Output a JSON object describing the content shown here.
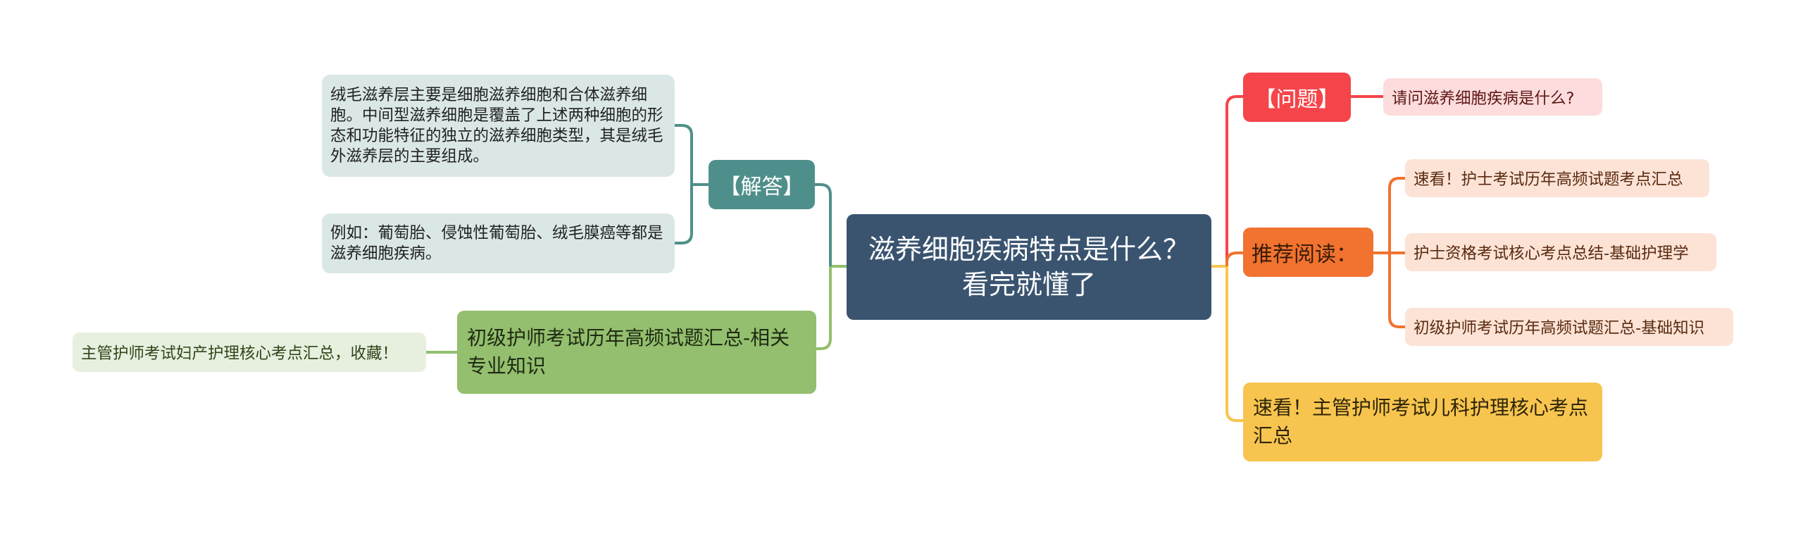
{
  "central": {
    "title": "滋养细胞疾病特点是什么？看完就懂了"
  },
  "left_branches": {
    "answer": {
      "label": "【解答】",
      "children": [
        "绒毛滋养层主要是细胞滋养细胞和合体滋养细胞。中间型滋养细胞是覆盖了上述两种细胞的形态和功能特征的独立的滋养细胞类型，其是绒毛外滋养层的主要组成。",
        "例如：葡萄胎、侵蚀性葡萄胎、绒毛膜癌等都是滋养细胞疾病。"
      ]
    },
    "related": {
      "label": "初级护师考试历年高频试题汇总-相关专业知识",
      "children": [
        "主管护师考试妇产护理核心考点汇总，收藏！"
      ]
    }
  },
  "right_branches": {
    "question": {
      "label": "【问题】",
      "children": [
        "请问滋养细胞疾病是什么?"
      ]
    },
    "reading": {
      "label": "推荐阅读：",
      "children": [
        "速看！护士考试历年高频试题考点汇总",
        "护士资格考试核心考点总结-基础护理学",
        "初级护师考试历年高频试题汇总-基础知识"
      ]
    },
    "pediatric": {
      "label": "速看！主管护师考试儿科护理核心考点汇总"
    }
  },
  "colors": {
    "central": "#3a5470",
    "answer": "#4f8f8b",
    "related": "#93bf6e",
    "question": "#f5454a",
    "reading": "#f1732f",
    "pediatric": "#f7c54f"
  }
}
